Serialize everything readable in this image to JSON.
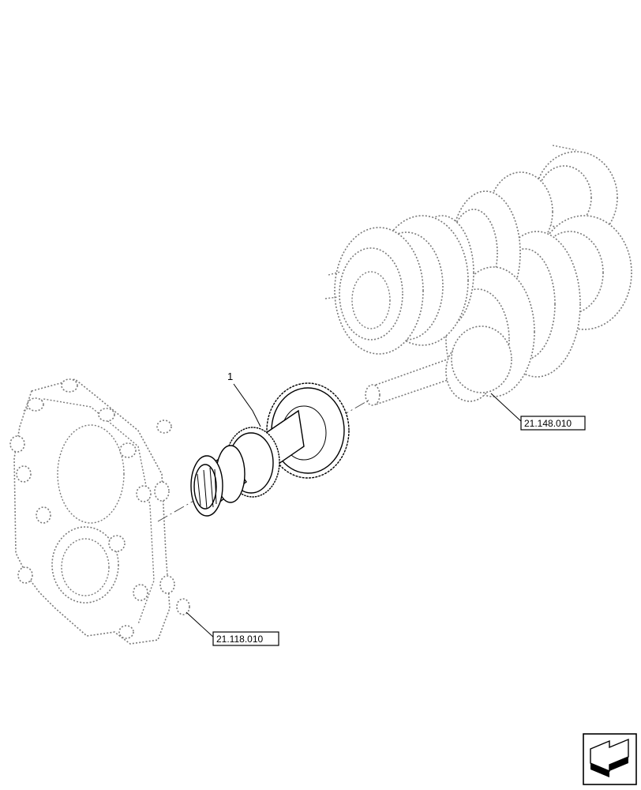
{
  "callouts": {
    "part_1": "1"
  },
  "references": {
    "gear_cluster": "21.148.010",
    "cover_housing": "21.118.010"
  },
  "icons": {
    "nav": "navigation-arrow-icon"
  }
}
